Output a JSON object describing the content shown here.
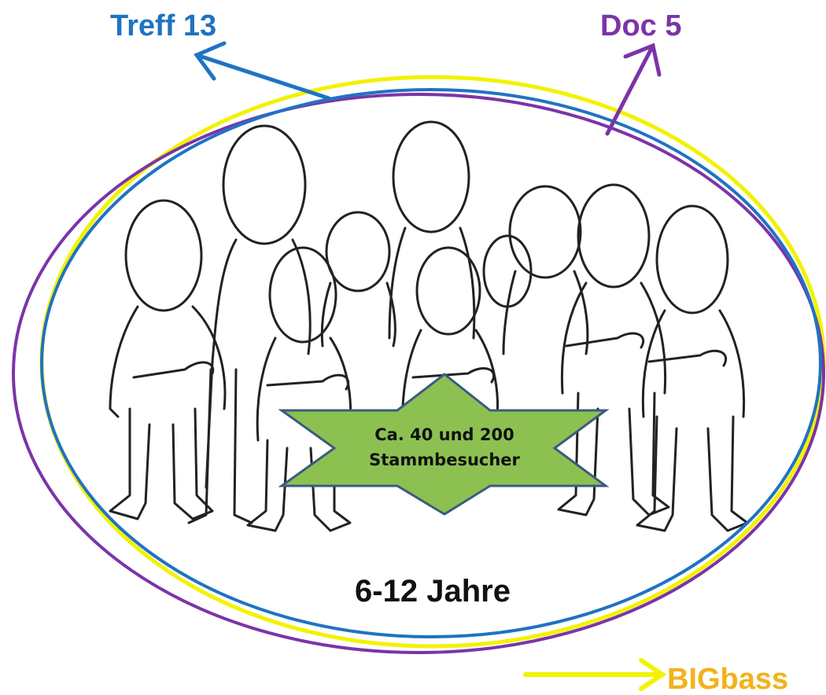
{
  "labels": {
    "treff": "Treff 13",
    "doc": "Doc 5",
    "bigbass": "BIGbass"
  },
  "center": {
    "line1": "Ca. 40 und 200",
    "line2": "Stammbesucher"
  },
  "age_range": "6-12 Jahre",
  "colors": {
    "treff": "#1f73c2",
    "doc": "#7b34a8",
    "bigbass": "#f2f200",
    "bigbass_text": "#f2b21a",
    "star_fill": "#8cc152",
    "star_stroke": "#3d5a80"
  }
}
